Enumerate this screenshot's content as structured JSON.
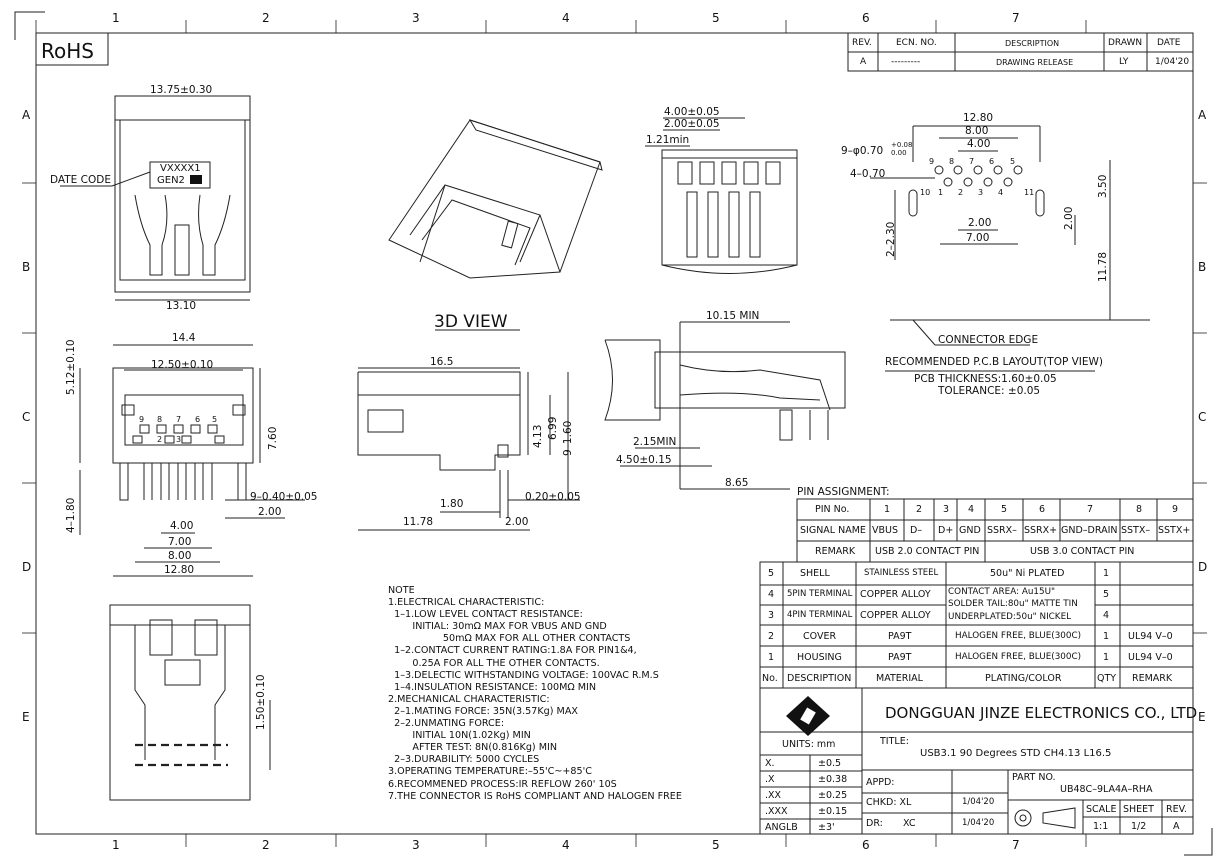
{
  "rohs": "RoHS",
  "grid": {
    "cols": [
      "1",
      "2",
      "3",
      "4",
      "5",
      "6",
      "7"
    ],
    "rows": [
      "A",
      "B",
      "C",
      "D",
      "E"
    ]
  },
  "revision": {
    "headers": [
      "REV.",
      "ECN. NO.",
      "DESCRIPTION",
      "DRAWN",
      "DATE"
    ],
    "row": [
      "A",
      "---------",
      "DRAWING RELEASE",
      "LY",
      "1/04'20"
    ]
  },
  "views": {
    "view_3d_label": "3D VIEW",
    "date_code_label": "DATE CODE",
    "marking_line1": "VXXXX1",
    "marking_line2": "GEN2"
  },
  "dims": {
    "front_top_width": "13.75±0.30",
    "front_bottom_width": "13.10",
    "side_14_4": "14.4",
    "side_12_50": "12.50±0.10",
    "side_5_12": "5.12±0.10",
    "side_7_60": "7.60",
    "side_4_1_80": "4–1.80",
    "side_9_0_40": "9–0.40±0.05",
    "side_2_00": "2.00",
    "side_4_00": "4.00",
    "side_7_00": "7.00",
    "side_8_00": "8.00",
    "side_12_80": "12.80",
    "pin_labels_top": [
      "9",
      "8",
      "7",
      "6",
      "5"
    ],
    "pin_labels_bottom": [
      "2",
      "3"
    ],
    "lat_16_5": "16.5",
    "lat_4_13": "4.13",
    "lat_6_99": "6.99",
    "lat_9_1_60": "9–1.60",
    "lat_1_80": "1.80",
    "lat_11_78": "11.78",
    "lat_2_00": "2.00",
    "lat_0_20": "0.20±0.05",
    "top_4_00": "4.00±0.05",
    "top_2_00": "2.00±0.05",
    "top_1_21": "1.21min",
    "sec_10_15": "10.15 MIN",
    "sec_2_15": "2.15MIN",
    "sec_4_50": "4.50±0.15",
    "sec_8_65": "8.65",
    "pcb_12_80": "12.80",
    "pcb_8_00": "8.00",
    "pcb_4_00": "4.00",
    "pcb_9_phi": "9–φ0.70",
    "pcb_phi_tol_up": "+0.08",
    "pcb_phi_tol_dn": "0.00",
    "pcb_4_0_70": "4–0.70",
    "pcb_2_2_30": "2–2.30",
    "pcb_2_00": "2.00",
    "pcb_7_00": "7.00",
    "pcb_2_00_v": "2.00",
    "pcb_3_50": "3.50",
    "pcb_11_78": "11.78",
    "pcb_pins_top": [
      "9",
      "8",
      "7",
      "6",
      "5"
    ],
    "pcb_pins_bottom": [
      "1",
      "2",
      "3",
      "4"
    ],
    "pcb_pin_10": "10",
    "pcb_pin_11": "11",
    "connector_edge": "CONNECTOR EDGE",
    "pcb_title": "RECOMMENDED P.C.B LAYOUT(TOP VIEW)",
    "pcb_thickness": "PCB THICKNESS:1.60±0.05",
    "pcb_tolerance": "TOLERANCE: ±0.05"
  },
  "pin_assignment": {
    "title": "PIN ASSIGNMENT:",
    "row_labels": [
      "PIN No.",
      "SIGNAL NAME",
      "REMARK"
    ],
    "pins": [
      "1",
      "2",
      "3",
      "4",
      "5",
      "6",
      "7",
      "8",
      "9"
    ],
    "signals": [
      "VBUS",
      "D–",
      "D+",
      "GND",
      "SSRX–",
      "SSRX+",
      "GND–DRAIN",
      "SSTX–",
      "SSTX+"
    ],
    "remark_usb2": "USB 2.0 CONTACT PIN",
    "remark_usb3": "USB 3.0 CONTACT PIN"
  },
  "bom": {
    "rows": [
      {
        "no": "5",
        "desc": "SHELL",
        "material": "STAINLESS STEEL",
        "plating": "50u\" Ni PLATED",
        "qty": "1",
        "remark": ""
      },
      {
        "no": "4",
        "desc": "5PIN TERMINAL",
        "material": "COPPER ALLOY",
        "plating": "CONTACT AREA: Au15U\"",
        "qty": "5",
        "remark": ""
      },
      {
        "no": "3",
        "desc": "4PIN TERMINAL",
        "material": "COPPER ALLOY",
        "plating": "UNDERPLATED:50u\" NICKEL",
        "qty": "4",
        "remark": ""
      },
      {
        "no": "2",
        "desc": "COVER",
        "material": "PA9T",
        "plating": "HALOGEN FREE, BLUE(300C)",
        "qty": "1",
        "remark": "UL94 V–0"
      },
      {
        "no": "1",
        "desc": "HOUSING",
        "material": "PA9T",
        "plating": "HALOGEN FREE, BLUE(300C)",
        "qty": "1",
        "remark": "UL94 V–0"
      }
    ],
    "plating_mid": "SOLDER TAIL:80u\" MATTE TIN",
    "headers": [
      "No.",
      "DESCRIPTION",
      "MATERIAL",
      "PLATING/COLOR",
      "QTY",
      "REMARK"
    ]
  },
  "title_block": {
    "company": "DONGGUAN JINZE ELECTRONICS CO., LTD",
    "units": "UNITS: mm",
    "title_label": "TITLE:",
    "title": "USB3.1 90 Degrees STD CH4.13 L16.5",
    "tolerances": [
      [
        "X.",
        "±0.5"
      ],
      [
        ".X",
        "±0.38"
      ],
      [
        ".XX",
        "±0.25"
      ],
      [
        ".XXX",
        "±0.15"
      ],
      [
        "ANGLB",
        "±3'"
      ]
    ],
    "appd": "APPD:",
    "chkd": "CHKD: XL",
    "chkd_date": "1/04'20",
    "dr": "DR:",
    "dr_name": "XC",
    "dr_date": "1/04'20",
    "part_no_label": "PART NO.",
    "part_no": "UB48C–9LA4A–RHA",
    "scale_label": "SCALE",
    "sheet_label": "SHEET",
    "rev_label": "REV.",
    "scale": "1:1",
    "sheet": "1/2",
    "rev": "A"
  },
  "notes": [
    "NOTE",
    "1.ELECTRICAL CHARACTERISTIC:",
    "  1–1.LOW LEVEL CONTACT RESISTANCE:",
    "        INITIAL: 30mΩ MAX FOR VBUS AND GND",
    "                  50mΩ MAX FOR ALL OTHER CONTACTS",
    "  1–2.CONTACT CURRENT RATING:1.8A FOR PIN1&4,",
    "        0.25A FOR ALL THE OTHER CONTACTS.",
    "  1–3.DELECTIC WITHSTANDING VOLTAGE: 100VAC R.M.S",
    "  1–4.INSULATION RESISTANCE: 100MΩ MIN",
    "2.MECHANICAL CHARACTERISTIC:",
    "  2–1.MATING FORCE: 35N(3.57Kg) MAX",
    "  2–2.UNMATING FORCE:",
    "        INITIAL 10N(1.02Kg) MIN",
    "        AFTER TEST: 8N(0.816Kg) MIN",
    "  2–3.DURABILITY: 5000 CYCLES",
    "3.OPERATING TEMPERATURE:–55'C~+85'C",
    "6.RECOMMENED PROCESS:IR REFLOW 260' 10S",
    "7.THE CONNECTOR IS RoHS COMPLIANT AND HALOGEN FREE"
  ]
}
